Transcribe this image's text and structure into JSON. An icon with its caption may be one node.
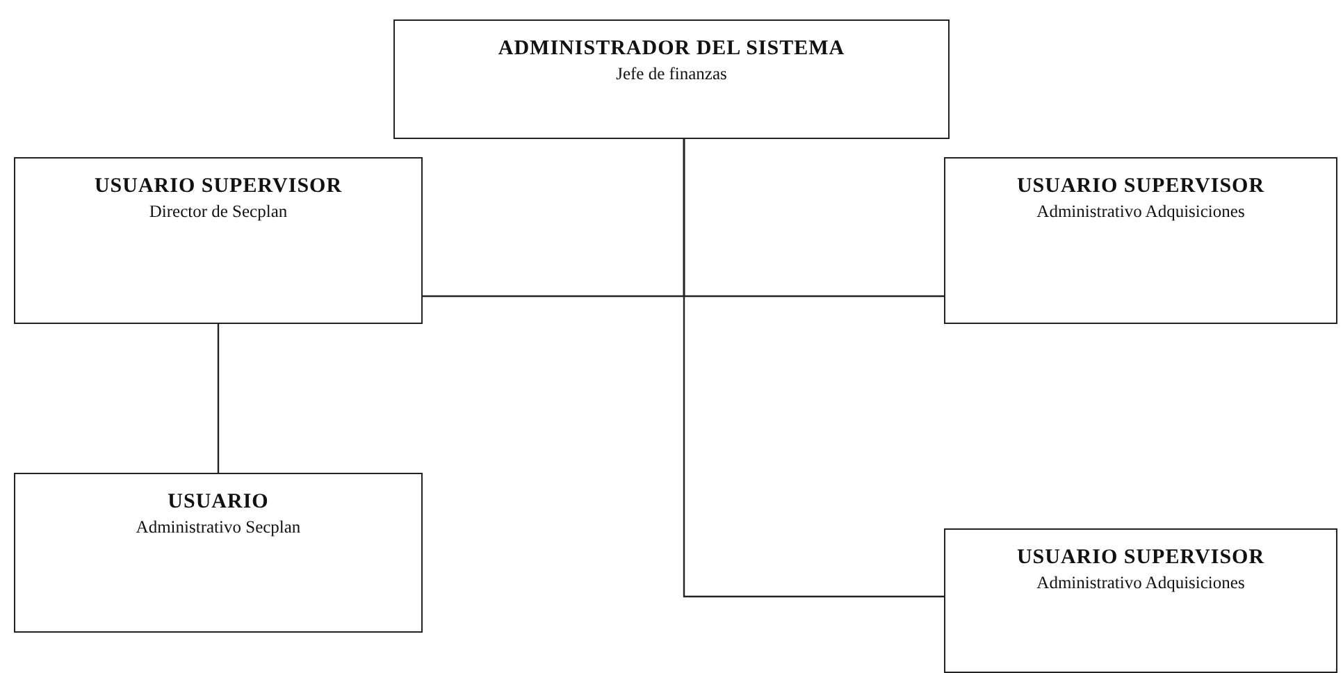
{
  "diagram": {
    "nodes": [
      {
        "text": [
          "ADMINISTRADOR DEL SISTEMA",
          "Jefe de finanzas"
        ]
      },
      {
        "text": [
          "USUARIO SUPERVISOR",
          "Director de Secplan"
        ]
      },
      {
        "text": [
          "USUARIO SUPERVISOR",
          "Administrativo Adquisiciones"
        ]
      },
      {
        "text": [
          "USUARIO",
          "Administrativo Secplan"
        ]
      },
      {
        "text": [
          "USUARIO SUPERVISOR",
          "Administrativo Adquisiciones"
        ]
      }
    ],
    "edges": [
      {
        "from": 0,
        "to": 1,
        "arrow": "none"
      },
      {
        "from": 0,
        "to": 2,
        "arrow": "none"
      },
      {
        "from": 1,
        "to": 3,
        "arrow": "none"
      },
      {
        "from": 0,
        "to": 4,
        "arrow": "none"
      }
    ]
  }
}
